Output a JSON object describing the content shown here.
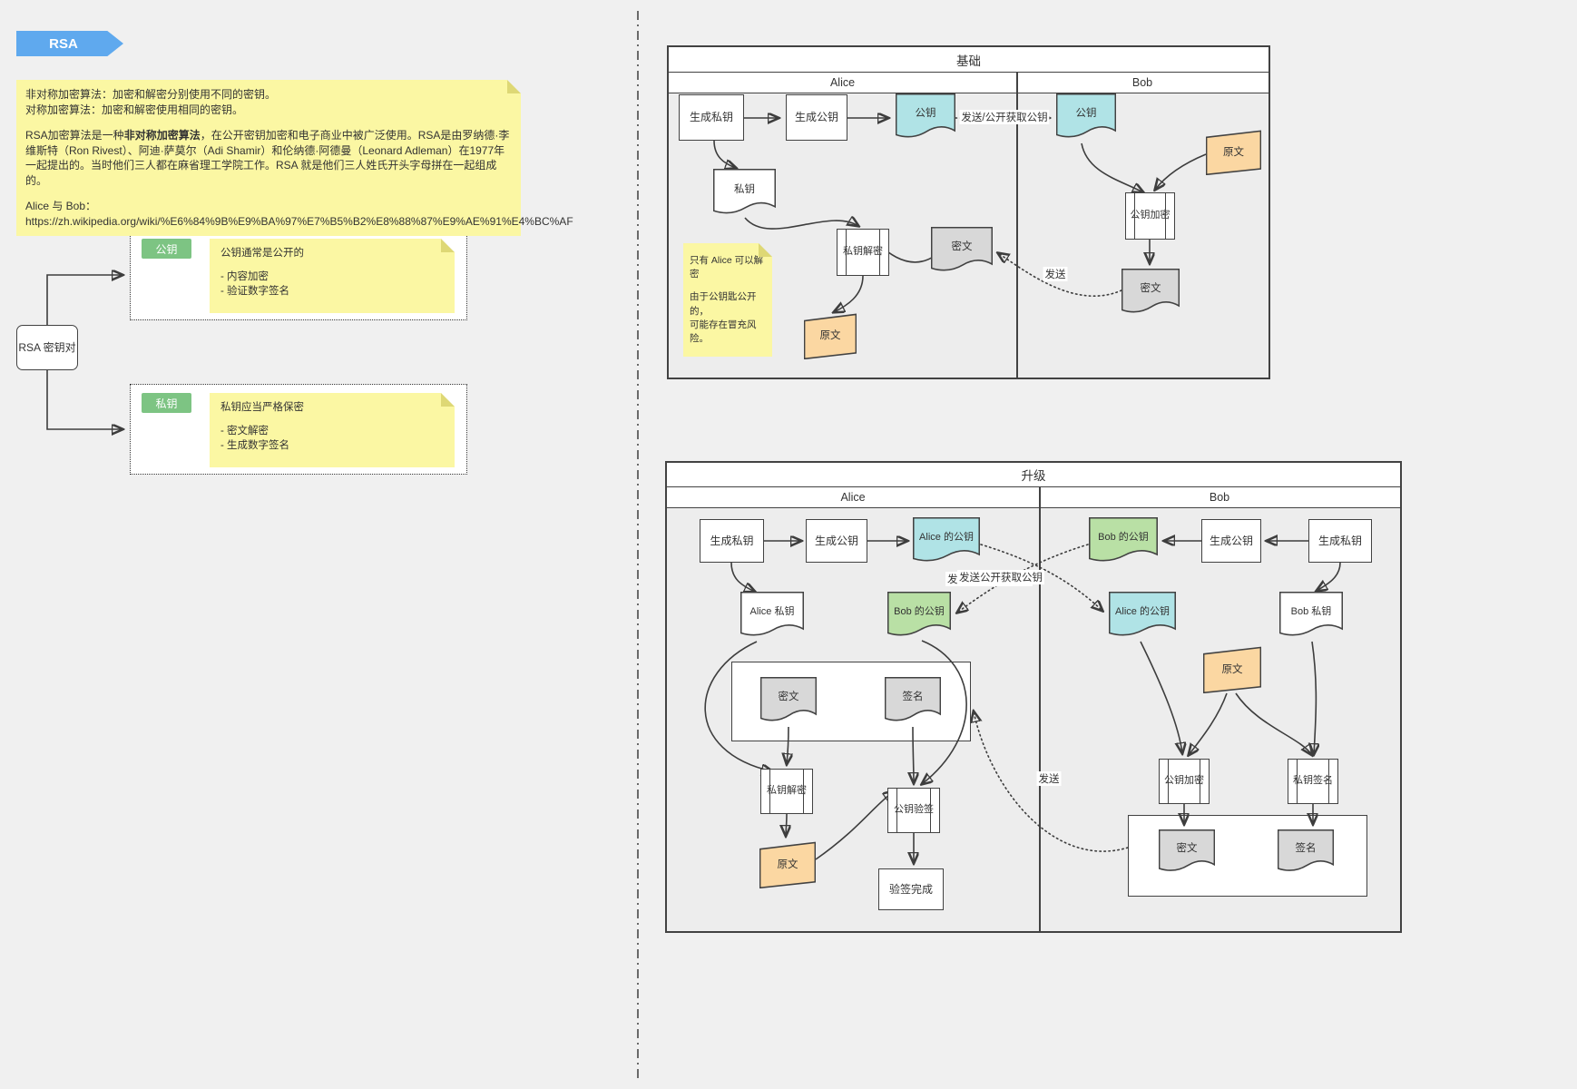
{
  "colors": {
    "pagebg": "#f0f0f0",
    "poolbg": "#ededed",
    "border": "#424242",
    "line": "#3d3d3d",
    "blue": "#5fa9ee",
    "yellow": "#fbf7a3",
    "fold": "#ded875",
    "badge": "#7dc483",
    "cyan": "#b0e3e6",
    "green": "#b9e0a5",
    "orange": "#fbd7a2",
    "graydoc": "#d8d8d8"
  },
  "banner": {
    "label": "RSA"
  },
  "intro": {
    "line1": "非对称加密算法：加密和解密分别使用不同的密钥。",
    "line2": "对称加密算法：加密和解密使用相同的密钥。",
    "rsa_pre": "RSA加密算法是一种",
    "rsa_bold": "非对称加密算法",
    "rsa_post": "，在公开密钥加密和电子商业中被广泛使用。RSA是由罗纳德·李维斯特（Ron Rivest）、阿迪·萨莫尔（Adi Shamir）和伦纳德·阿德曼（Leonard Adleman）在1977年一起提出的。当时他们三人都在麻省理工学院工作。RSA 就是他们三人姓氏开头字母拼在一起组成的。",
    "link": "Alice 与 Bob：https://zh.wikipedia.org/wiki/%E6%84%9B%E9%BA%97%E7%B5%B2%E8%88%87%E9%AE%91%E4%BC%AF"
  },
  "keypair": {
    "root": "RSA 密钥对",
    "public": {
      "badge": "公钥",
      "title": "公钥通常是公开的",
      "item1": "- 内容加密",
      "item2": "- 验证数字签名"
    },
    "private": {
      "badge": "私钥",
      "title": "私钥应当严格保密",
      "item1": "- 密文解密",
      "item2": "- 生成数字签名"
    }
  },
  "basic": {
    "title": "基础",
    "lane_alice": "Alice",
    "lane_bob": "Bob",
    "nodes": {
      "gen_priv": "生成私钥",
      "gen_pub": "生成公钥",
      "pub_alice": "公钥",
      "pub_bob": "公钥",
      "priv": "私钥",
      "dec": "私钥解密",
      "cipher_alice": "密文",
      "plain_alice": "原文",
      "plain_bob": "原文",
      "enc": "公钥加密",
      "cipher_bob": "密文"
    },
    "note": {
      "line1": "只有 Alice 可以解密",
      "line2": "由于公钥匙公开的，",
      "line3": "可能存在冒充风险。"
    },
    "edges": {
      "send_pub": "发送/公开获取公钥",
      "send": "发送"
    }
  },
  "upgrade": {
    "title": "升级",
    "lane_alice": "Alice",
    "lane_bob": "Bob",
    "nodes": {
      "a_gen_priv": "生成私钥",
      "a_gen_pub": "生成公钥",
      "a_pub": "Alice 的公钥",
      "b_pub": "Bob 的公钥",
      "b_gen_pub": "生成公钥",
      "b_gen_priv": "生成私钥",
      "a_priv": "Alice 私钥",
      "a_bobpub": "Bob 的公钥",
      "b_alicepub": "Alice 的公钥",
      "b_priv": "Bob 私钥",
      "b_plain": "原文",
      "b_enc": "公钥加密",
      "b_sign": "私钥签名",
      "b_cipher": "密文",
      "b_signature": "签名",
      "a_cipher": "密文",
      "a_signature": "签名",
      "a_dec": "私钥解密",
      "a_verify": "公钥验签",
      "a_plain": "原文",
      "a_done": "验签完成"
    },
    "edges": {
      "send_pub1": "发送公开获取公钥",
      "send_pub2": "发送公开获取公钥",
      "send": "发送"
    }
  }
}
